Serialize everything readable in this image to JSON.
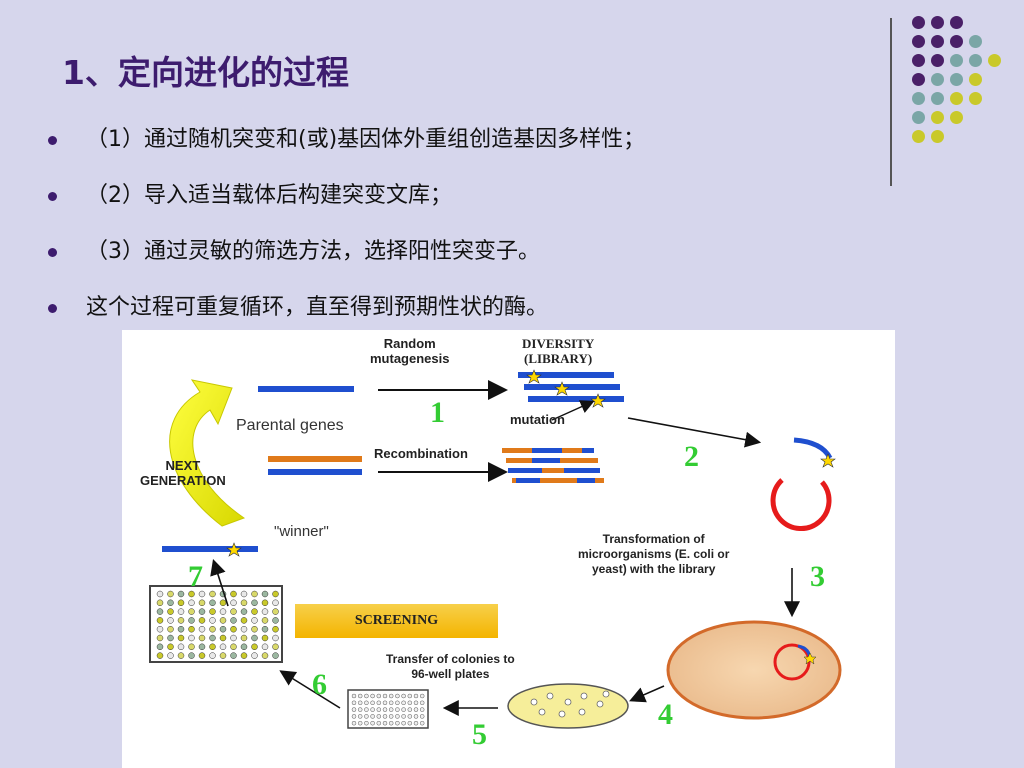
{
  "slide": {
    "title": "1、定向进化的过程",
    "bullets": [
      "（1）通过随机突变和(或)基因体外重组创造基因多样性；",
      "（2）导入适当载体后构建突变文库；",
      "（3）通过灵敏的筛选方法，选择阳性突变子。",
      "这个过程可重复循环，直至得到预期性状的酶。"
    ]
  },
  "figure": {
    "random_mutagenesis": "Random\nmutagenesis",
    "diversity_library": "DIVERSITY\n(LIBRARY)",
    "parental_genes": "Parental genes",
    "mutation": "mutation",
    "recombination": "Recombination",
    "next_generation": "NEXT\nGENERATION",
    "winner": "\"winner\"",
    "transformation": "Transformation of\nmicroorganisms (E. coli or\nyeast) with the library",
    "screening": "SCREENING",
    "transfer": "Transfer of colonies to\n96-well plates",
    "steps": [
      "1",
      "2",
      "3",
      "4",
      "5",
      "6",
      "7"
    ]
  },
  "colors": {
    "background": "#d6d6ec",
    "title": "#3d1c6e",
    "step_number": "#33cc33",
    "gene_blue": "#1f4fcf",
    "gene_orange": "#e07a1a",
    "plasmid_red": "#e61b1b",
    "screening_bar": "#f4b400",
    "petri_dish": "#f6ee9a",
    "agar_plate": "#f0c99a",
    "dot_purple": "#4a2068",
    "dot_teal": "#7aa6a6",
    "dot_yellow": "#c9c92a"
  }
}
